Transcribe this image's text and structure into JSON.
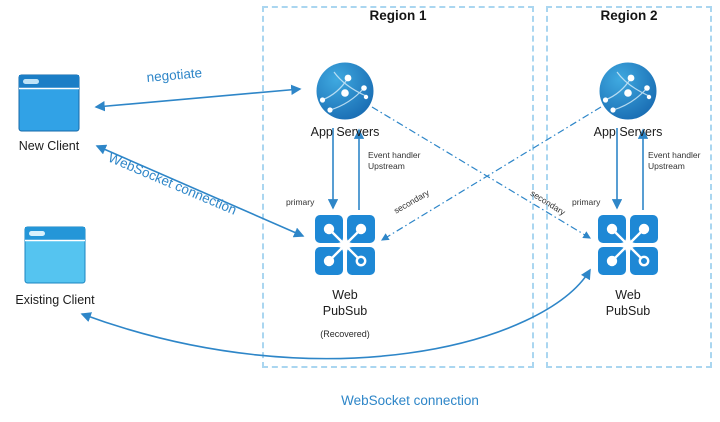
{
  "diagram": {
    "clients": {
      "new_client": "New Client",
      "existing_client": "Existing Client"
    },
    "region1": {
      "title": "Region 1",
      "app_servers_label": "App Servers",
      "web_pubsub_label": "Web PubSub",
      "recovered_note": "(Recovered)"
    },
    "region2": {
      "title": "Region 2",
      "app_servers_label": "App Servers",
      "web_pubsub_label": "Web PubSub"
    },
    "edges": {
      "negotiate": "negotiate",
      "websocket_connection_top": "WebSocket connection",
      "websocket_connection_bottom": "WebSocket connection",
      "primary_region1": "primary",
      "primary_region2": "primary",
      "secondary_region1": "secondary",
      "secondary_region2": "secondary",
      "event_handler": "Event handler",
      "upstream": "Upstream"
    },
    "colors": {
      "arrow_blue": "#2e86c8",
      "label_blue": "#2e86c8",
      "region_border_blue": "#aad6f0",
      "icon_dark_blue": "#1b7ec6",
      "icon_body_blue": "#31a2e6",
      "icon_light_blue": "#55c4f0",
      "pubsub_blue": "#1e88d5"
    }
  }
}
